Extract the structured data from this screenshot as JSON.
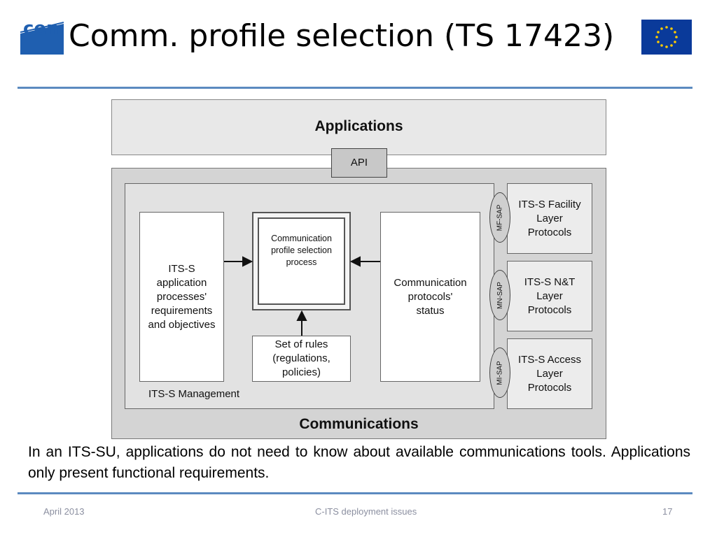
{
  "slide": {
    "title": "Comm. profile selection (TS 17423)",
    "logo_text": "cen",
    "footer": {
      "date": "April 2013",
      "center": "C-ITS deployment issues",
      "page": "17"
    },
    "paragraph": "In an ITS-SU, applications do not need to know about available communications tools. Applications only present functional requirements."
  },
  "diagram": {
    "applications": "Applications",
    "api": "API",
    "communications": "Communications",
    "management": "ITS-S Management",
    "its_app": [
      "ITS-S",
      "application",
      "processes'",
      "requirements",
      "and objectives"
    ],
    "selection": [
      "Communication",
      "profile selection",
      "process"
    ],
    "status": [
      "Communication",
      "protocols'",
      "status"
    ],
    "rules": [
      "Set of rules",
      "(regulations,",
      "policies)"
    ],
    "layers": [
      {
        "sap": "MF-SAP",
        "lines": [
          "ITS-S Facility",
          "Layer",
          "Protocols"
        ]
      },
      {
        "sap": "MN-SAP",
        "lines": [
          "ITS-S N&T",
          "Layer",
          "Protocols"
        ]
      },
      {
        "sap": "MI-SAP",
        "lines": [
          "ITS-S Access",
          "Layer",
          "Protocols"
        ]
      }
    ],
    "colors": {
      "accent_line": "#5b8ac0",
      "panel": "#e8e8e8",
      "outer": "#d4d4d4",
      "eu_blue": "#0a3a9a",
      "cen_blue": "#1f5fb0"
    }
  }
}
